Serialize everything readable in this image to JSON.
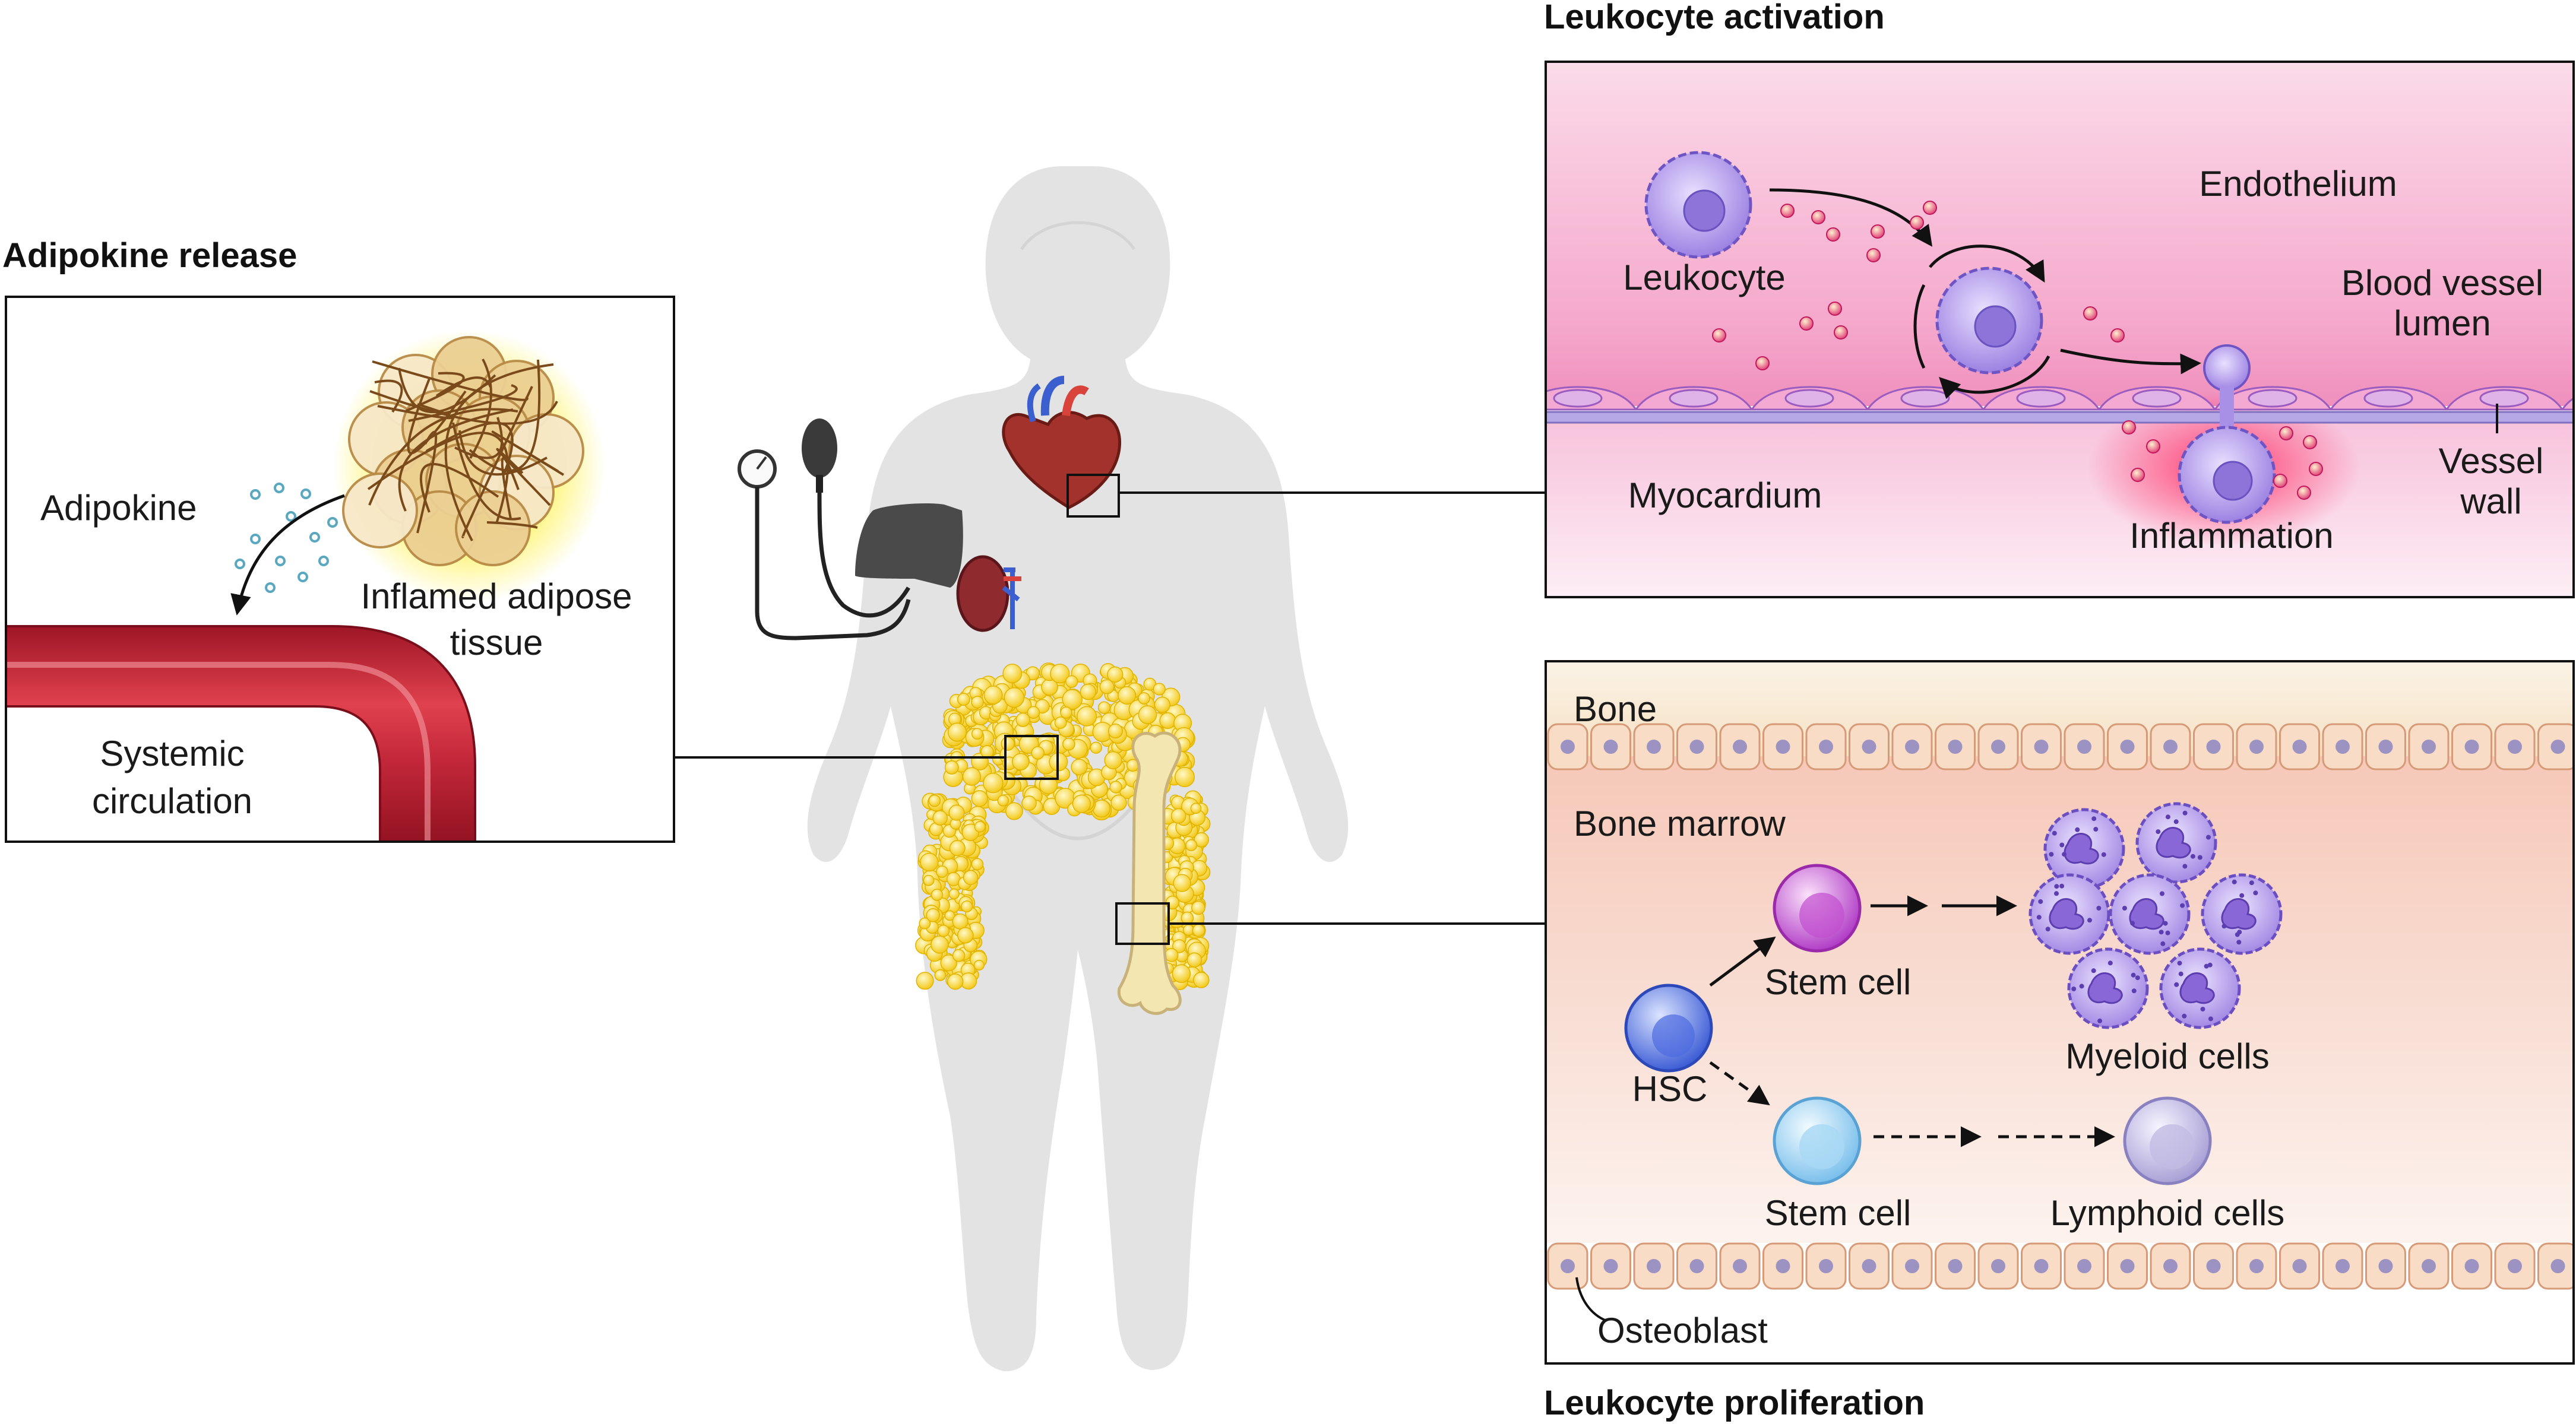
{
  "panels": {
    "adipokine": {
      "title": "Adipokine release",
      "adipokine_label": "Adipokine",
      "tissue_label_line1": "Inflamed adipose",
      "tissue_label_line2": "tissue",
      "circulation_line1": "Systemic",
      "circulation_line2": "circulation"
    },
    "activation": {
      "title": "Leukocyte activation",
      "leukocyte": "Leukocyte",
      "endothelium": "Endothelium",
      "lumen_line1": "Blood vessel",
      "lumen_line2": "lumen",
      "myocardium": "Myocardium",
      "inflammation": "Inflammation",
      "wall_line1": "Vessel",
      "wall_line2": "wall"
    },
    "proliferation": {
      "title": "Leukocyte proliferation",
      "bone": "Bone",
      "bone_marrow": "Bone marrow",
      "stem_cell_top": "Stem cell",
      "myeloid": "Myeloid cells",
      "hsc": "HSC",
      "stem_cell_bottom": "Stem cell",
      "lymphoid": "Lymphoid cells",
      "osteoblast": "Osteoblast"
    }
  },
  "colors": {
    "body_silhouette": "#e3e3e3",
    "vessel_red": "#c8283a",
    "adipose_yellow": "#f7dc3c",
    "endothelium_pink": "#f3a8cf",
    "leukocyte_purple": "#a88ee8",
    "bone_tan": "#f7ead6",
    "marrow_peach": "#f6cfc0",
    "hsc_blue": "#5b78e6",
    "stem_magenta": "#c25ad1",
    "stem_light_blue": "#9fd2f1",
    "lymphoid_lilac": "#c9c3e6",
    "adipokine_dots": "#6bb6c8"
  }
}
